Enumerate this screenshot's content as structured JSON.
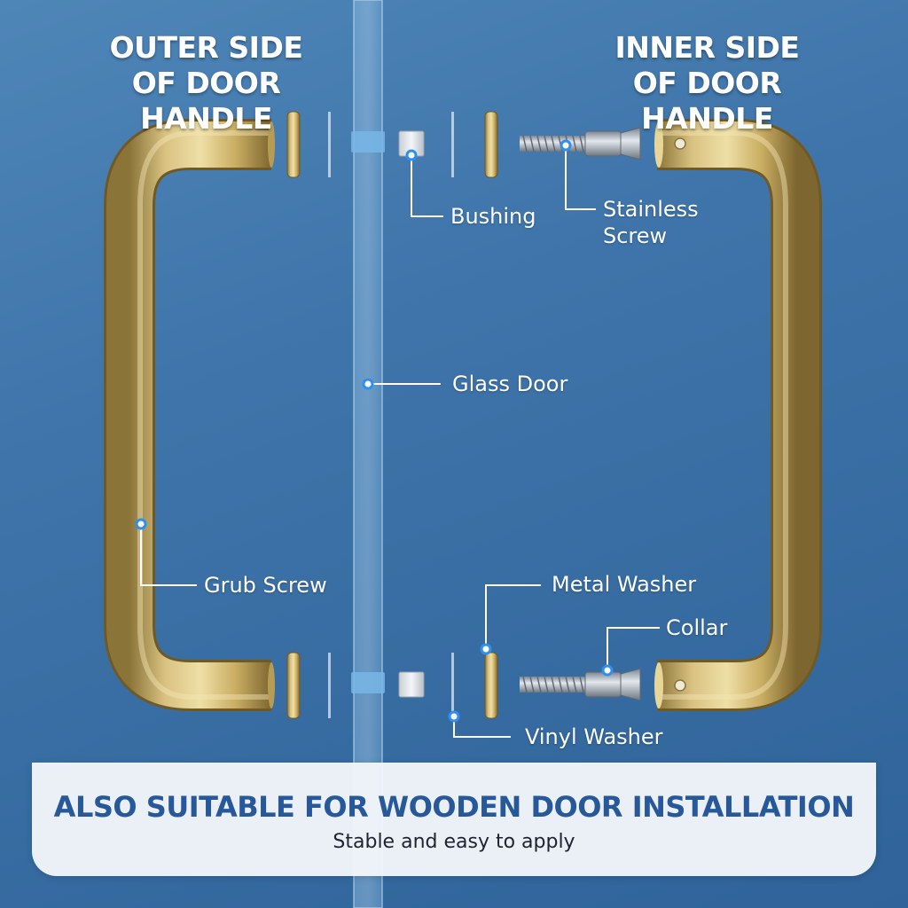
{
  "headings": {
    "outer": "OUTER SIDE OF DOOR HANDLE",
    "inner": "INNER SIDE OF DOOR HANDLE"
  },
  "labels": {
    "bushing": "Bushing",
    "stainless_screw_line1": "Stainless",
    "stainless_screw_line2": "Screw",
    "glass_door": "Glass Door",
    "grub_screw": "Grub Screw",
    "metal_washer": "Metal Washer",
    "collar": "Collar",
    "vinyl_washer": "Vinyl Washer"
  },
  "banner": {
    "title": "ALSO SUITABLE FOR WOODEN DOOR INSTALLATION",
    "subtitle": "Stable and easy to apply"
  },
  "colors": {
    "background": "#3f75aa",
    "handle_gold": "#c9b06a",
    "banner_title": "#27589a",
    "callout_dot": "#2f8ff0"
  }
}
